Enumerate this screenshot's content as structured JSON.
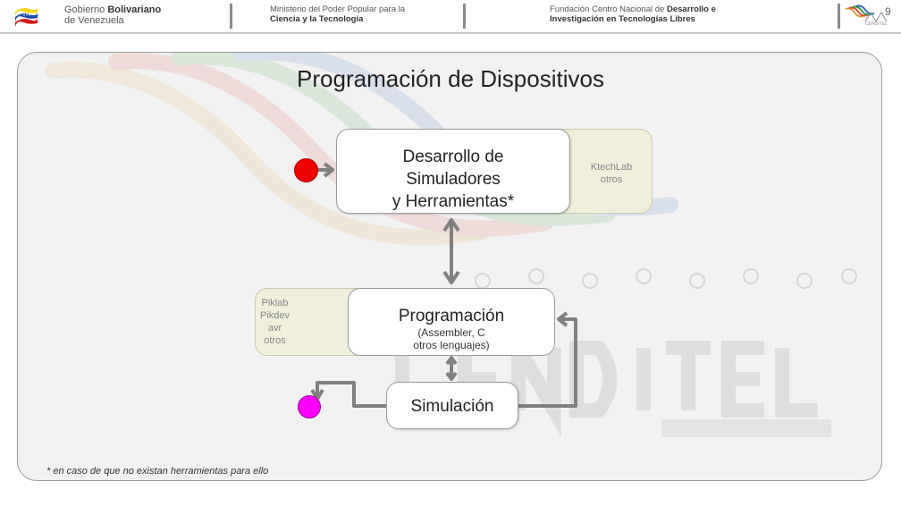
{
  "header": {
    "gov_line1_prefix": "Gobierno",
    "gov_line1_bold": "Bolivariano",
    "gov_line2": "de Venezuela",
    "ministry_line1": "Ministerio del Poder Popular para la",
    "ministry_line2": "Ciencia y la Tecnología",
    "foundation_line1_prefix": "Fundación Centro Nacional de",
    "foundation_line1_bold": "Desarrollo e",
    "foundation_line2": "Investigación en Tecnologías Libres",
    "logo_text": "CENDITEL",
    "slide_number": "9"
  },
  "slide": {
    "title": "Programación de Dispositivos",
    "footnote": "* en caso de que no existan herramientas  para ello"
  },
  "boxes": {
    "desarrollo": {
      "line1": "Desarrollo de",
      "line2": "Simuladores",
      "line3": "y Herramientas*"
    },
    "ktechlab": {
      "line1": "KtechLab",
      "line2": "otros"
    },
    "piklab": {
      "line1": "Piklab",
      "line2": "Pikdev",
      "line3": "avr",
      "line4": "otros"
    },
    "programacion": {
      "title": "Programación",
      "sub1": "(Assembler, C",
      "sub2": "otros lenguajes)"
    },
    "simulacion": {
      "label": "Simulación"
    }
  },
  "colors": {
    "connector": "#808080",
    "start_dot": "#ee0000",
    "end_dot": "#ff00ff",
    "beige_box": "#efefdb",
    "panel_bg": "#f1f1f1"
  }
}
